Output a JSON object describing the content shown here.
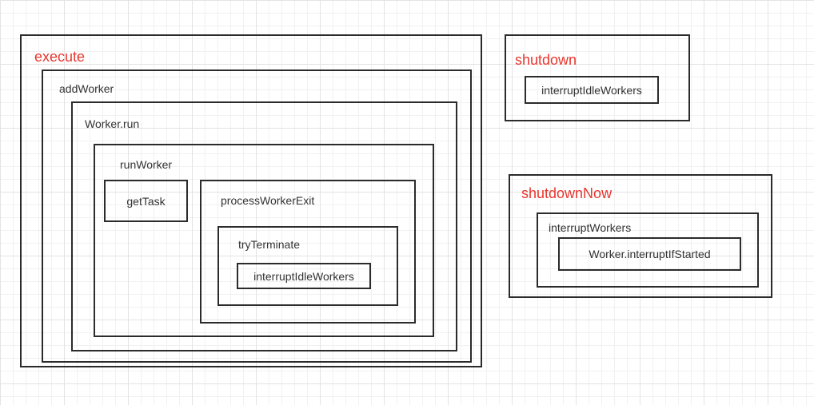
{
  "colors": {
    "title": "#e8372e",
    "border": "#2b2b2b",
    "text": "#333333",
    "grid": "#e3e3e3"
  },
  "execute": {
    "title": "execute",
    "add_worker": "addWorker",
    "worker_run": "Worker.run",
    "run_worker": "runWorker",
    "get_task": "getTask",
    "process_worker_exit": "processWorkerExit",
    "try_terminate": "tryTerminate",
    "interrupt_idle_workers": "interruptIdleWorkers"
  },
  "shutdown": {
    "title": "shutdown",
    "interrupt_idle_workers": "interruptIdleWorkers"
  },
  "shutdown_now": {
    "title": "shutdownNow",
    "interrupt_workers": "interruptWorkers",
    "interrupt_if_started": "Worker.interruptIfStarted"
  }
}
